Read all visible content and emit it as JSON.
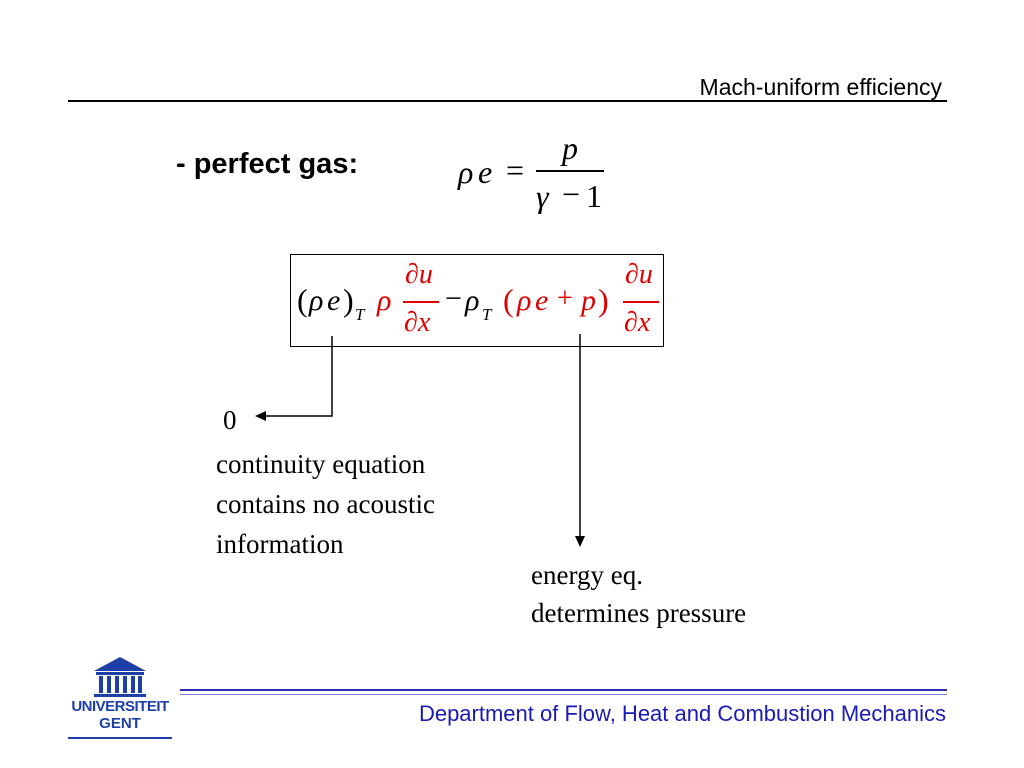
{
  "header": {
    "title": "Mach-uniform efficiency"
  },
  "bullet": {
    "label": "- perfect gas:"
  },
  "eq1": {
    "lhs_rho": "ρ",
    "lhs_e": "e",
    "equals": "=",
    "numerator": "p",
    "den_gamma": "γ",
    "den_minus": "−",
    "den_one": "1"
  },
  "eq2": {
    "lparen": "(",
    "rho": "ρ",
    "e": "e",
    "rparen": ")",
    "sub_t": "T",
    "rho2": "ρ",
    "du": "∂u",
    "dx": "∂x",
    "minus": "−",
    "rho_t": "ρ",
    "sub_t2": "T",
    "lparen2": "(",
    "rho3": "ρ",
    "e3": "e",
    "plus": "+",
    "p": "p",
    "rparen2": ")",
    "du2": "∂u",
    "dx2": "∂x"
  },
  "annotations": {
    "zero": "0",
    "continuity": [
      "continuity equation",
      "contains no acoustic",
      "information"
    ],
    "energy": [
      "energy eq.",
      "determines pressure"
    ]
  },
  "footer": {
    "department": "Department of Flow, Heat and Combustion Mechanics",
    "logo_line1": "UNIVERSITEIT",
    "logo_line2": "GENT"
  },
  "colors": {
    "accent_red": "#e00000",
    "footer_blue": "#1a1ab4",
    "logo_blue": "#1f3fa8"
  }
}
